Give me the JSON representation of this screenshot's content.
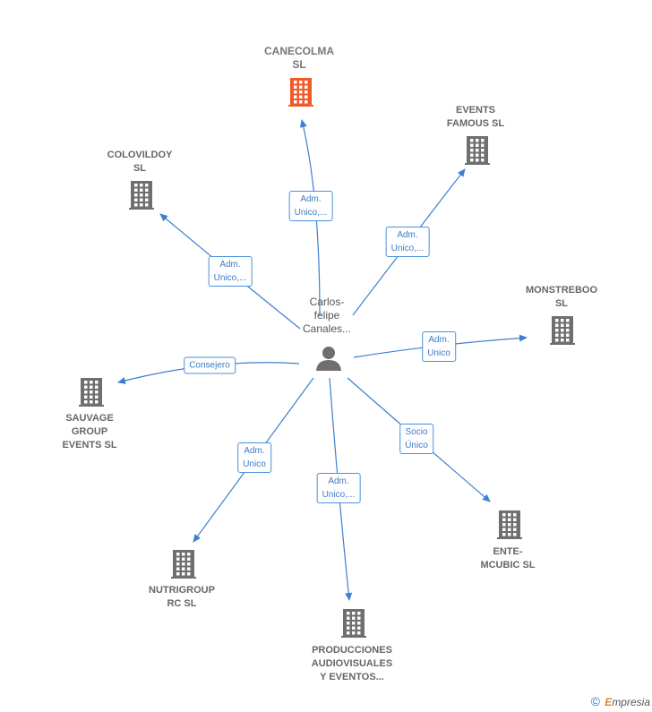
{
  "center": {
    "name_lines": [
      "Carlos-",
      "felipe",
      "Canales..."
    ]
  },
  "companies": [
    {
      "id": "canecolma",
      "lines": [
        "CANECOLMA",
        "SL"
      ],
      "highlight": true
    },
    {
      "id": "events-famous",
      "lines": [
        "EVENTS",
        "FAMOUS SL"
      ]
    },
    {
      "id": "colovildoy",
      "lines": [
        "COLOVILDOY",
        "SL"
      ]
    },
    {
      "id": "monstreboo",
      "lines": [
        "MONSTREBOO",
        "SL"
      ]
    },
    {
      "id": "sauvage",
      "lines": [
        "SAUVAGE",
        "GROUP",
        "EVENTS SL"
      ]
    },
    {
      "id": "ente-mcubic",
      "lines": [
        "ENTE-",
        "MCUBIC  SL"
      ]
    },
    {
      "id": "nutrigroup",
      "lines": [
        "NUTRIGROUP",
        "RC  SL"
      ]
    },
    {
      "id": "producciones",
      "lines": [
        "PRODUCCIONES",
        "AUDIOVISUALES",
        "Y EVENTOS..."
      ]
    }
  ],
  "edges": [
    {
      "target": "canecolma",
      "label_lines": [
        "Adm.",
        "Unico,..."
      ]
    },
    {
      "target": "events-famous",
      "label_lines": [
        "Adm.",
        "Unico,..."
      ]
    },
    {
      "target": "colovildoy",
      "label_lines": [
        "Adm.",
        "Unico,..."
      ]
    },
    {
      "target": "monstreboo",
      "label_lines": [
        "Adm.",
        "Unico"
      ]
    },
    {
      "target": "sauvage",
      "label_lines": [
        "Consejero"
      ]
    },
    {
      "target": "ente-mcubic",
      "label_lines": [
        "Socio",
        "Único"
      ]
    },
    {
      "target": "nutrigroup",
      "label_lines": [
        "Adm.",
        "Unico"
      ]
    },
    {
      "target": "producciones",
      "label_lines": [
        "Adm.",
        "Unico,..."
      ]
    }
  ],
  "colors": {
    "edge": "#3d7fd0",
    "building": "#6f6f6f",
    "building_highlight": "#f05a28",
    "person": "#6f6f6f"
  },
  "footer": {
    "copyright_symbol": "©",
    "brand_first": "E",
    "brand_rest": "mpresia"
  }
}
